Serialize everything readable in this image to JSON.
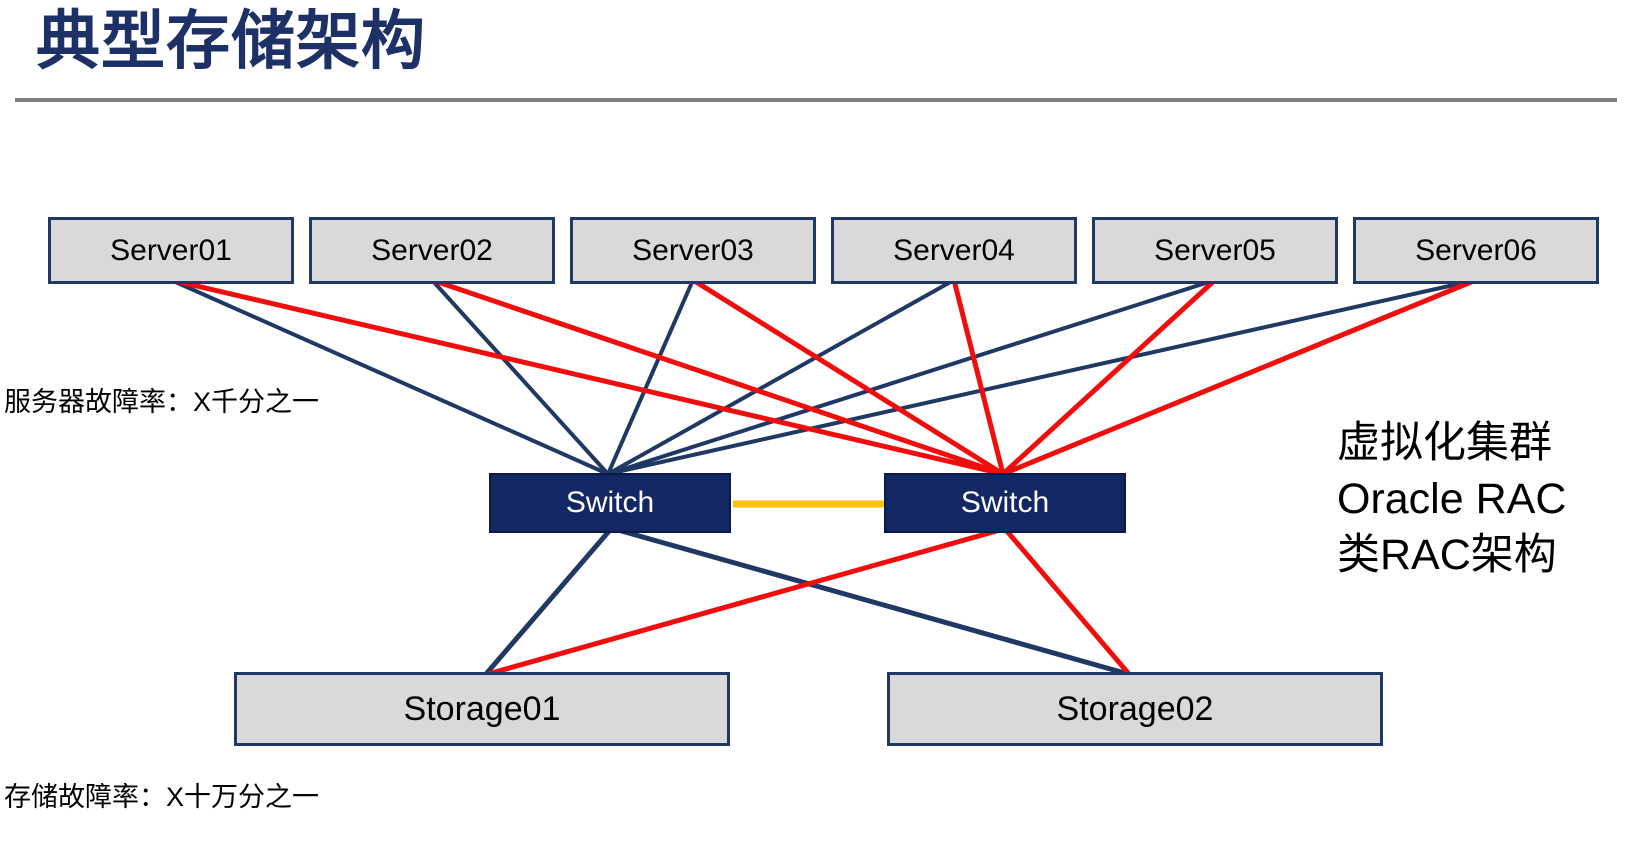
{
  "title": "典型存储架构",
  "diagram": {
    "servers": [
      {
        "label": "Server01"
      },
      {
        "label": "Server02"
      },
      {
        "label": "Server03"
      },
      {
        "label": "Server04"
      },
      {
        "label": "Server05"
      },
      {
        "label": "Server06"
      }
    ],
    "switches": [
      {
        "label": "Switch"
      },
      {
        "label": "Switch"
      }
    ],
    "storages": [
      {
        "label": "Storage01"
      },
      {
        "label": "Storage02"
      }
    ],
    "annotations": {
      "server_failure_rate": "服务器故障率：X千分之一",
      "storage_failure_rate": "存储故障率：X十万分之一",
      "cluster_note": [
        "虚拟化集群",
        "Oracle RAC",
        "类RAC架构"
      ]
    },
    "colors": {
      "title_text": "#1E3167",
      "path_a_blue": "#1F3864",
      "path_b_red": "#F20D0D",
      "inter_switch_link_orange": "#FFC000",
      "node_fill_gray": "#D9D9D9",
      "node_border_navy": "#1F3864",
      "switch_fill_navy": "#132765",
      "divider_gray": "#808080"
    }
  }
}
